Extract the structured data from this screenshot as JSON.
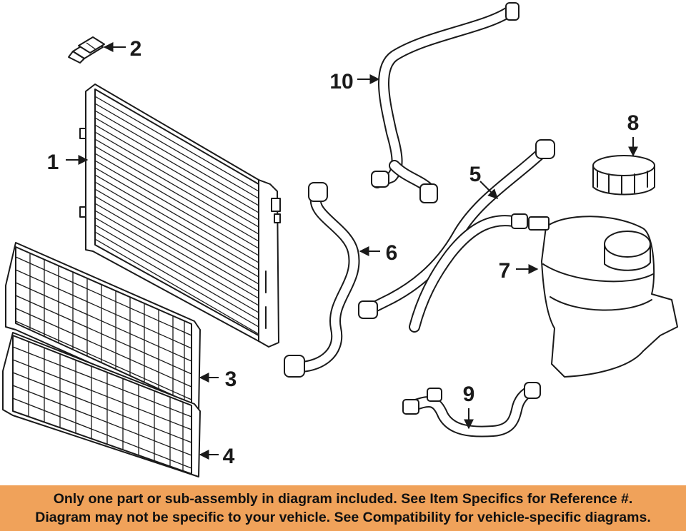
{
  "callouts": [
    "1",
    "2",
    "3",
    "4",
    "5",
    "6",
    "7",
    "8",
    "9",
    "10"
  ],
  "banner": {
    "line1": "Only one part or sub-assembly in diagram included. See Item Specifics for Reference #.",
    "line2": "Diagram may not be specific to your vehicle. See Compatibility for vehicle-specific diagrams.",
    "color": "#f0a25a"
  }
}
